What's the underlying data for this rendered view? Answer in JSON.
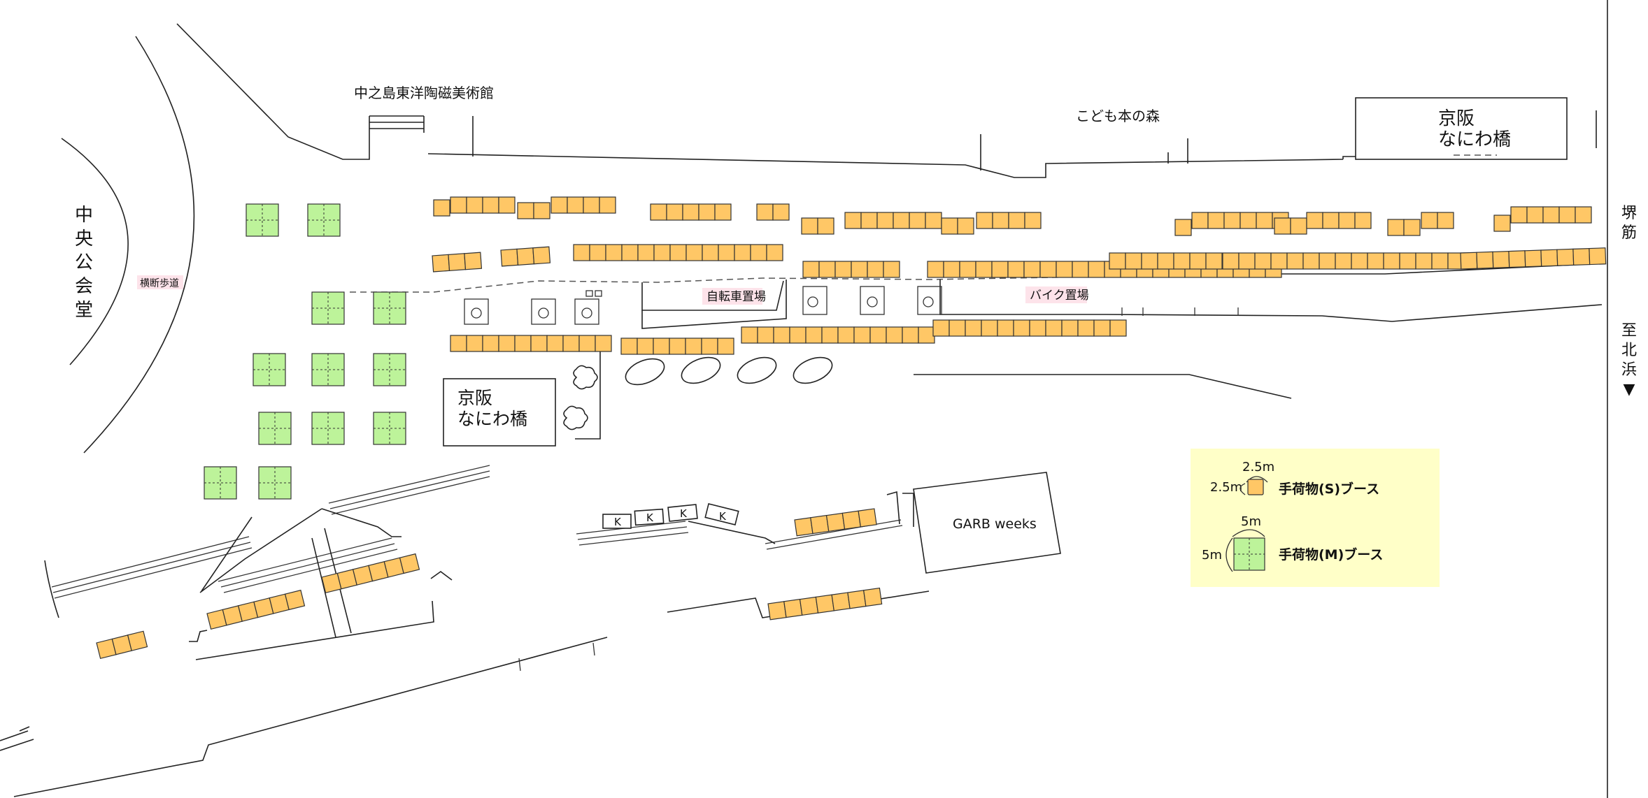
{
  "labels": {
    "museum": "中之島東洋陶磁美術館",
    "library": "こども本の森",
    "station_top": "京阪\nなにわ橋",
    "station_mid": "京阪\nなにわ橋",
    "hall": "中央公会堂",
    "crosswalk": "横断歩道",
    "bicycle": "自転車置場",
    "bike": "バイク置場",
    "garb": "GARB weeks",
    "sakaisuji": "堺筋",
    "kitahama": "至北浜▼",
    "kiosk": "K"
  },
  "legend": {
    "s_label": "手荷物(S)ブース",
    "s_size": "2.5m",
    "m_label": "手荷物(M)ブース",
    "m_size": "5m"
  },
  "colors": {
    "s_booth": "#ffc766",
    "m_booth": "#bdf39a",
    "legend_bg": "#ffffc8",
    "label_bg": "#fde3ea"
  }
}
